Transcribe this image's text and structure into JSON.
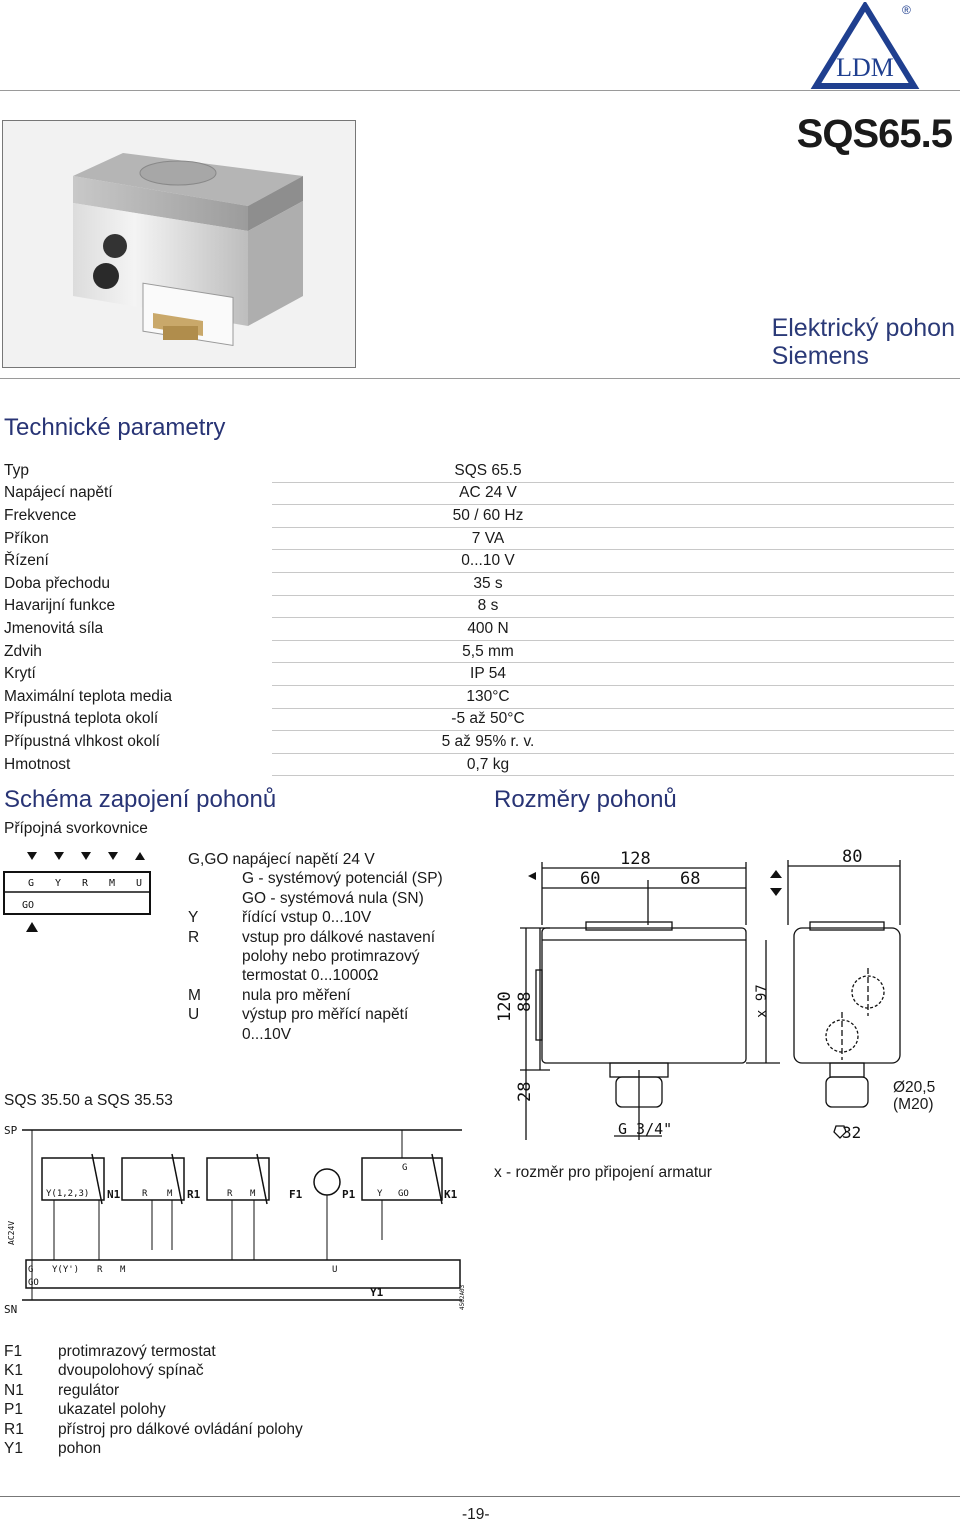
{
  "brand": {
    "logo_text": "LDM",
    "registered": "®"
  },
  "header": {
    "model": "SQS65.5",
    "subtitle_line1": "Elektrický pohon",
    "subtitle_line2": "Siemens"
  },
  "tech": {
    "heading": "Technické parametry",
    "rows": [
      {
        "label": "Typ",
        "value": "SQS 65.5"
      },
      {
        "label": "Napájecí napětí",
        "value": "AC 24 V"
      },
      {
        "label": "Frekvence",
        "value": "50 / 60 Hz"
      },
      {
        "label": "Příkon",
        "value": "7 VA"
      },
      {
        "label": "Řízení",
        "value": "0...10 V"
      },
      {
        "label": "Doba přechodu",
        "value": "35 s"
      },
      {
        "label": "Havarijní funkce",
        "value": "8 s"
      },
      {
        "label": "Jmenovitá síla",
        "value": "400 N"
      },
      {
        "label": "Zdvih",
        "value": "5,5 mm"
      },
      {
        "label": "Krytí",
        "value": "IP 54"
      },
      {
        "label": "Maximální teplota media",
        "value": "130°C"
      },
      {
        "label": "Přípustná teplota okolí",
        "value": "-5 až 50°C"
      },
      {
        "label": "Přípustná vlhkost okolí",
        "value": "5 až 95% r. v."
      },
      {
        "label": "Hmotnost",
        "value": "0,7 kg"
      }
    ]
  },
  "wiring": {
    "heading": "Schéma zapojení pohonů",
    "terminal_caption": "Přípojná svorkovnice",
    "terminal_labels": [
      "G",
      "Y",
      "R",
      "M",
      "U"
    ],
    "go_label": "GO",
    "desc": [
      {
        "key": "G,GO",
        "text": "napájecí napětí 24 V"
      },
      {
        "key": "",
        "text": "G - systémový potenciál (SP)"
      },
      {
        "key": "",
        "text": "GO - systémová nula (SN)"
      },
      {
        "key": "Y",
        "text": "řídící vstup 0...10V"
      },
      {
        "key": "R",
        "text": "vstup pro dálkové nastavení"
      },
      {
        "key": "",
        "text": "polohy nebo protimrazový"
      },
      {
        "key": "",
        "text": "termostat 0...1000Ω"
      },
      {
        "key": "M",
        "text": "nula pro měření"
      },
      {
        "key": "U",
        "text": "výstup pro měřící napětí"
      },
      {
        "key": "",
        "text": "0...10V"
      }
    ],
    "sqs_caption": "SQS 35.50 a SQS 35.53",
    "schematic": {
      "sp": "SP",
      "sn": "SN",
      "ac": "AC24V",
      "code": "4562A03",
      "n1": "N1",
      "r1": "R1",
      "f1": "F1",
      "p1": "P1",
      "k1": "K1",
      "y1": "Y1",
      "y123": "Y(1,2,3)",
      "r": "R",
      "m": "M",
      "g": "G",
      "y": "Y",
      "go": "GO",
      "u": "U",
      "yprime": "Y(Y')"
    }
  },
  "dimensions": {
    "heading": "Rozměry pohonů",
    "values": [
      "128",
      "60",
      "68",
      "80",
      "120",
      "88",
      "x 97",
      "28"
    ],
    "thread": "G 3/4\"",
    "hex": "32",
    "gland_line1": "Ø20,5",
    "gland_line2": "(M20)",
    "note": "x - rozměr pro připojení armatur"
  },
  "legend": [
    {
      "key": "F1",
      "text": "protimrazový termostat"
    },
    {
      "key": "K1",
      "text": "dvoupolohový spínač"
    },
    {
      "key": "N1",
      "text": "regulátor"
    },
    {
      "key": "P1",
      "text": "ukazatel polohy"
    },
    {
      "key": "R1",
      "text": "přístroj pro dálkové ovládání polohy"
    },
    {
      "key": "Y1",
      "text": "pohon"
    }
  ],
  "footer": {
    "page": "-19-"
  },
  "colors": {
    "heading": "#283475",
    "logo": "#1f3f8f"
  }
}
